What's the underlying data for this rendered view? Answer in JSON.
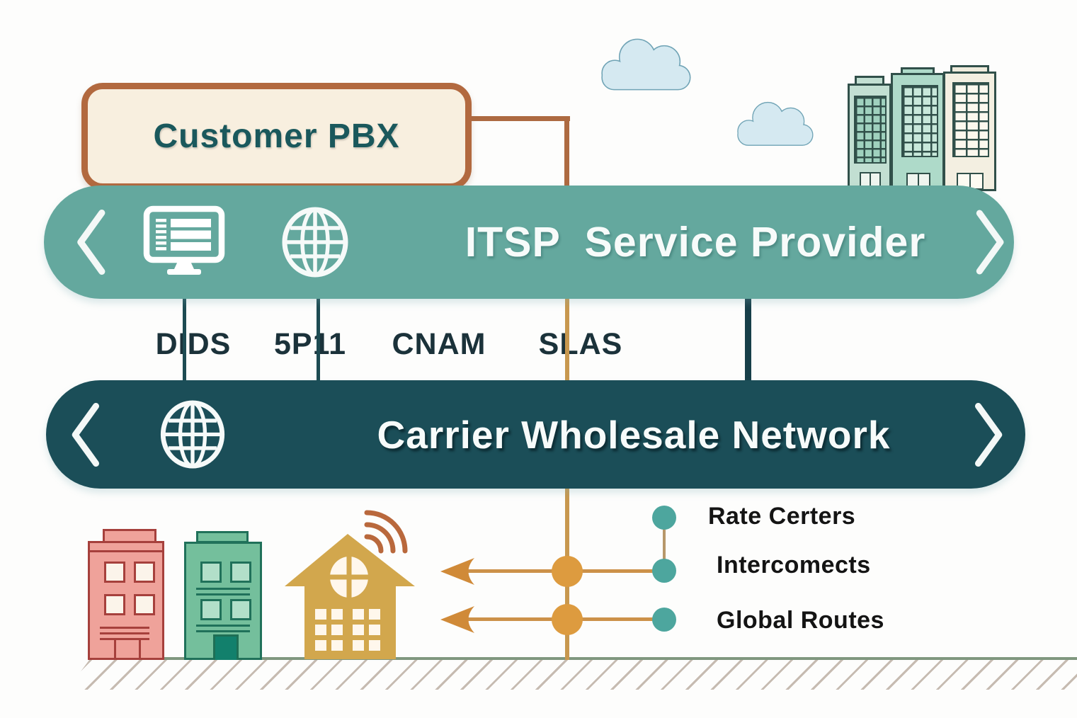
{
  "pbx_box": {
    "label": "Customer PBX"
  },
  "itsp_banner": {
    "label": "ITSP  Service Provider"
  },
  "carrier_banner": {
    "label": "Carrier Wholesale Network"
  },
  "service_labels": [
    "DIDS",
    "5P11",
    "CNAM",
    "SLAS"
  ],
  "legend_items": [
    "Rate Certers",
    "Intercomects",
    "Global Routes"
  ],
  "icons": {
    "itsp": [
      "chevron-left-icon",
      "monitor-icon",
      "globe-icon",
      "chevron-right-icon"
    ],
    "carrier": [
      "chevron-left-icon",
      "globe-icon",
      "chevron-right-icon"
    ],
    "scene": [
      "cloud-icon",
      "wifi-icon",
      "arrowhead-icon"
    ]
  },
  "colors": {
    "itsp_banner": "#64A89E",
    "carrier_banner": "#1B4E58",
    "pbx_fill": "#F8EFDF",
    "pbx_border": "#B2693F",
    "pbx_text": "#1A585C",
    "connector_brown": "#AD6A41",
    "trunk_gold": "#C8984F",
    "link_dark": "#1D4B52",
    "dot_orange": "#DD9B3F",
    "dot_teal": "#4DA69E",
    "arrow_orange": "#D08A38",
    "house_gold": "#D2A74D",
    "building_pink": "#EFA29A",
    "building_green": "#74BF9C",
    "cloud_fill": "#D5E9F1"
  }
}
